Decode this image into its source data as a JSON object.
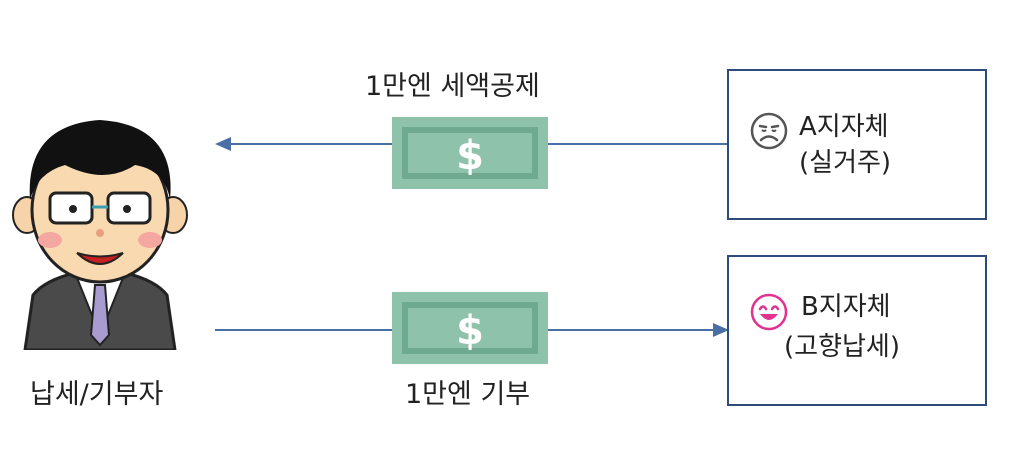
{
  "top_flow": {
    "label": "1만엔 세액공제"
  },
  "bottom_flow": {
    "label": "1만엔 기부"
  },
  "person": {
    "label": "납세/기부자"
  },
  "box_a": {
    "line1": "A지자체",
    "line2": "(실거주)",
    "emoji": "sad-face-icon",
    "emoji_color": "#555555"
  },
  "box_b": {
    "line1": "B지자체",
    "line2": "(고향납세)",
    "emoji": "smile-face-icon",
    "emoji_color": "#e0338f"
  },
  "bill": {
    "symbol": "$",
    "color": "#8ec2ab",
    "inner_color": "#6faa90"
  },
  "arrow_color": "#4a6fa5"
}
